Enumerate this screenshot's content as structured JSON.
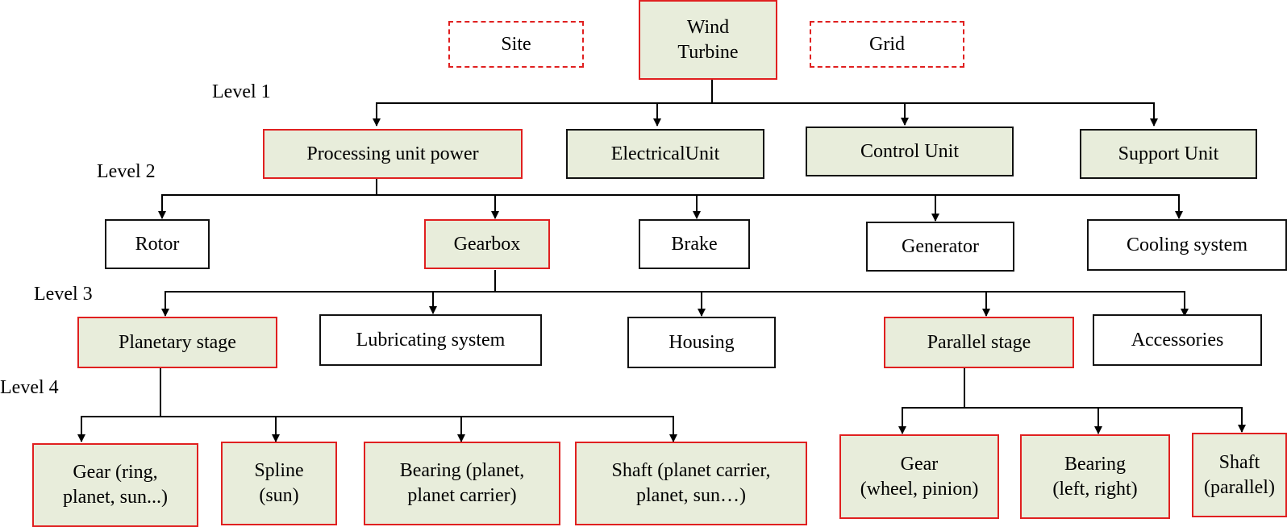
{
  "levels": {
    "level1": "Level 1",
    "level2": "Level 2",
    "level3": "Level 3",
    "level4": "Level 4"
  },
  "top": {
    "site": "Site",
    "wind_turbine": "Wind\nTurbine",
    "grid": "Grid"
  },
  "level1_nodes": {
    "processing": "Processing unit power",
    "electrical": "ElectricalUnit",
    "control": "Control Unit",
    "support": "Support Unit"
  },
  "level2_nodes": {
    "rotor": "Rotor",
    "gearbox": "Gearbox",
    "brake": "Brake",
    "generator": "Generator",
    "cooling": "Cooling system"
  },
  "level3_nodes": {
    "planetary": "Planetary stage",
    "lubricating": "Lubricating system",
    "housing": "Housing",
    "parallel": "Parallel stage",
    "accessories": "Accessories"
  },
  "level4_nodes": {
    "gear_planetary": "Gear (ring,\nplanet, sun...)",
    "spline": "Spline\n(sun)",
    "bearing_planetary": "Bearing (planet,\nplanet carrier)",
    "shaft_planetary": "Shaft (planet carrier,\nplanet, sun…)",
    "gear_parallel": "Gear\n(wheel, pinion)",
    "bearing_parallel": "Bearing\n(left, right)",
    "shaft_parallel": "Shaft\n(parallel)"
  },
  "colors": {
    "highlight_border": "#e02020",
    "box_fill": "#e8eddb",
    "line": "#000000"
  }
}
